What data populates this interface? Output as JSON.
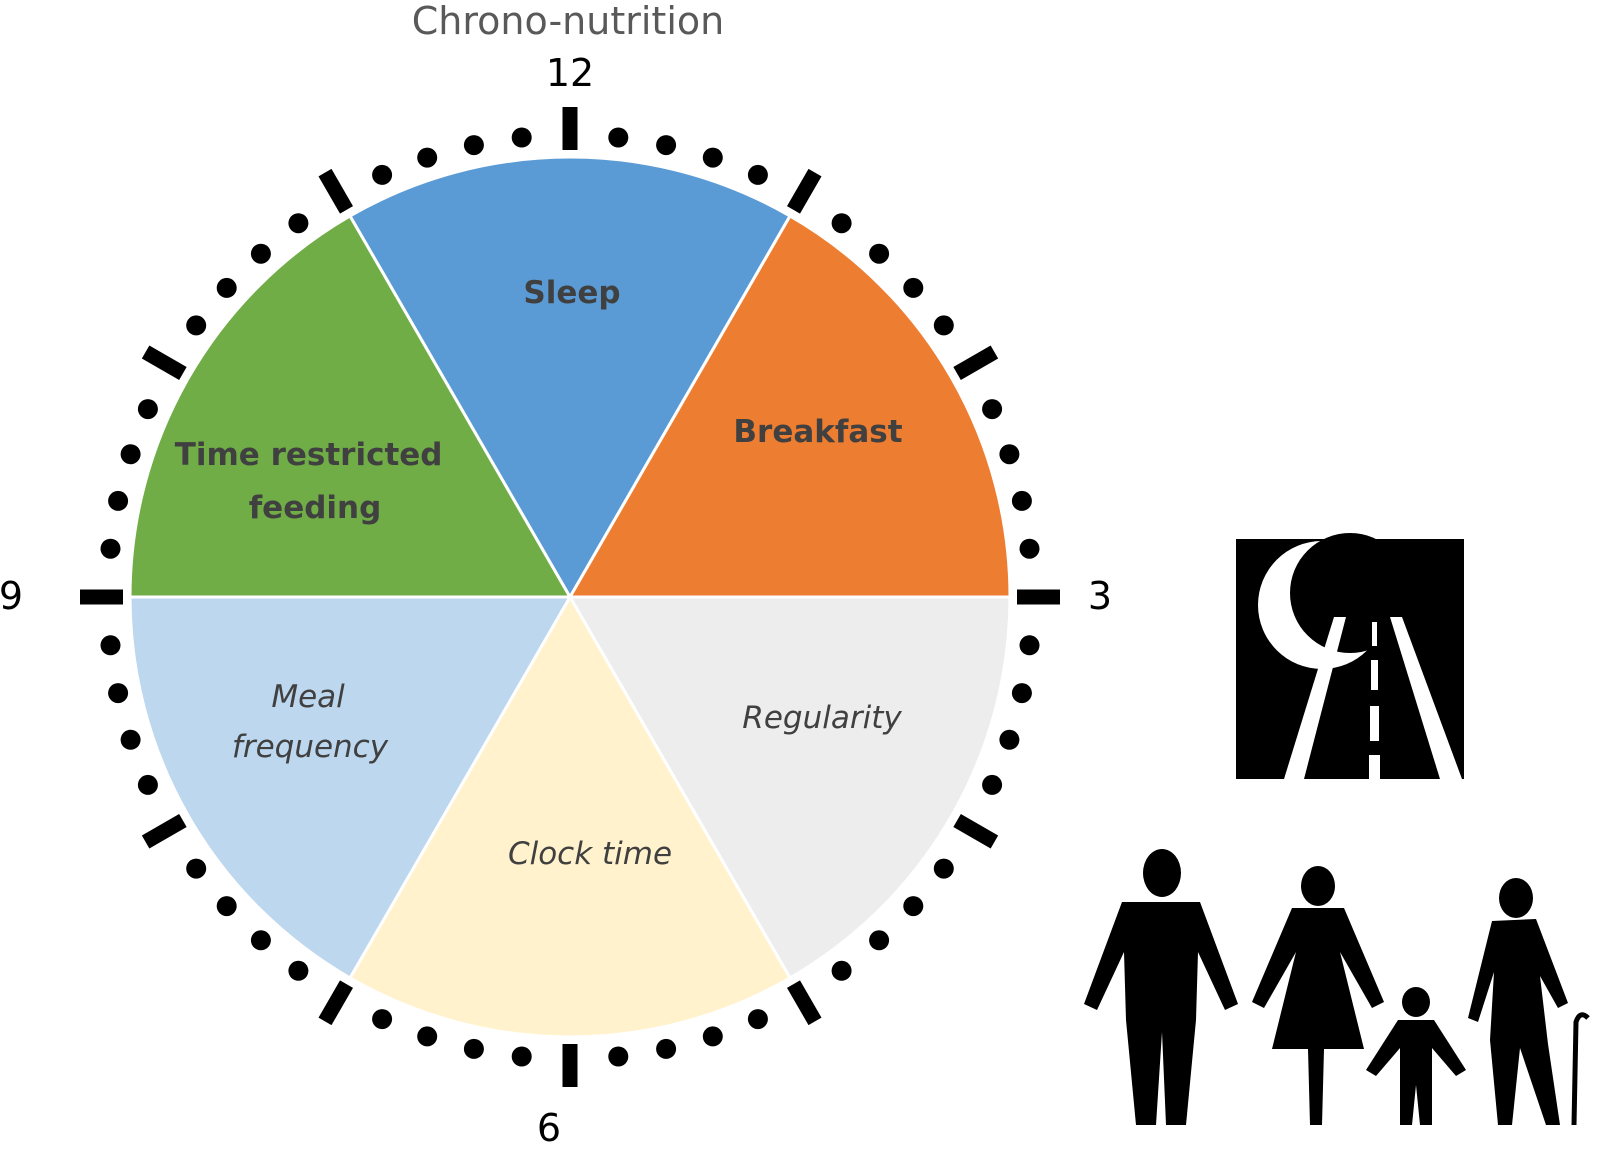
{
  "title": "Chrono-nutrition",
  "hour_labels": {
    "h12": "12",
    "h3": "3",
    "h6": "6",
    "h9": "9"
  },
  "segments": [
    {
      "id": "sleep",
      "lines": [
        "Sleep"
      ],
      "style": "bold",
      "color": "#5b9bd5"
    },
    {
      "id": "breakfast",
      "lines": [
        "Breakfast"
      ],
      "style": "bold",
      "color": "#ed7d31"
    },
    {
      "id": "regularity",
      "lines": [
        "Regularity"
      ],
      "style": "italic",
      "color": "#ededed"
    },
    {
      "id": "clock-time",
      "lines": [
        "Clock time"
      ],
      "style": "italic",
      "color": "#fff2cc"
    },
    {
      "id": "meal-frequency",
      "lines": [
        "Meal",
        "frequency"
      ],
      "style": "italic",
      "color": "#bdd7ee"
    },
    {
      "id": "time-restricted-feeding",
      "lines": [
        "Time restricted",
        "feeding"
      ],
      "style": "bold",
      "color": "#70ad47"
    }
  ],
  "icons": [
    "night-road-icon",
    "family-icon"
  ]
}
